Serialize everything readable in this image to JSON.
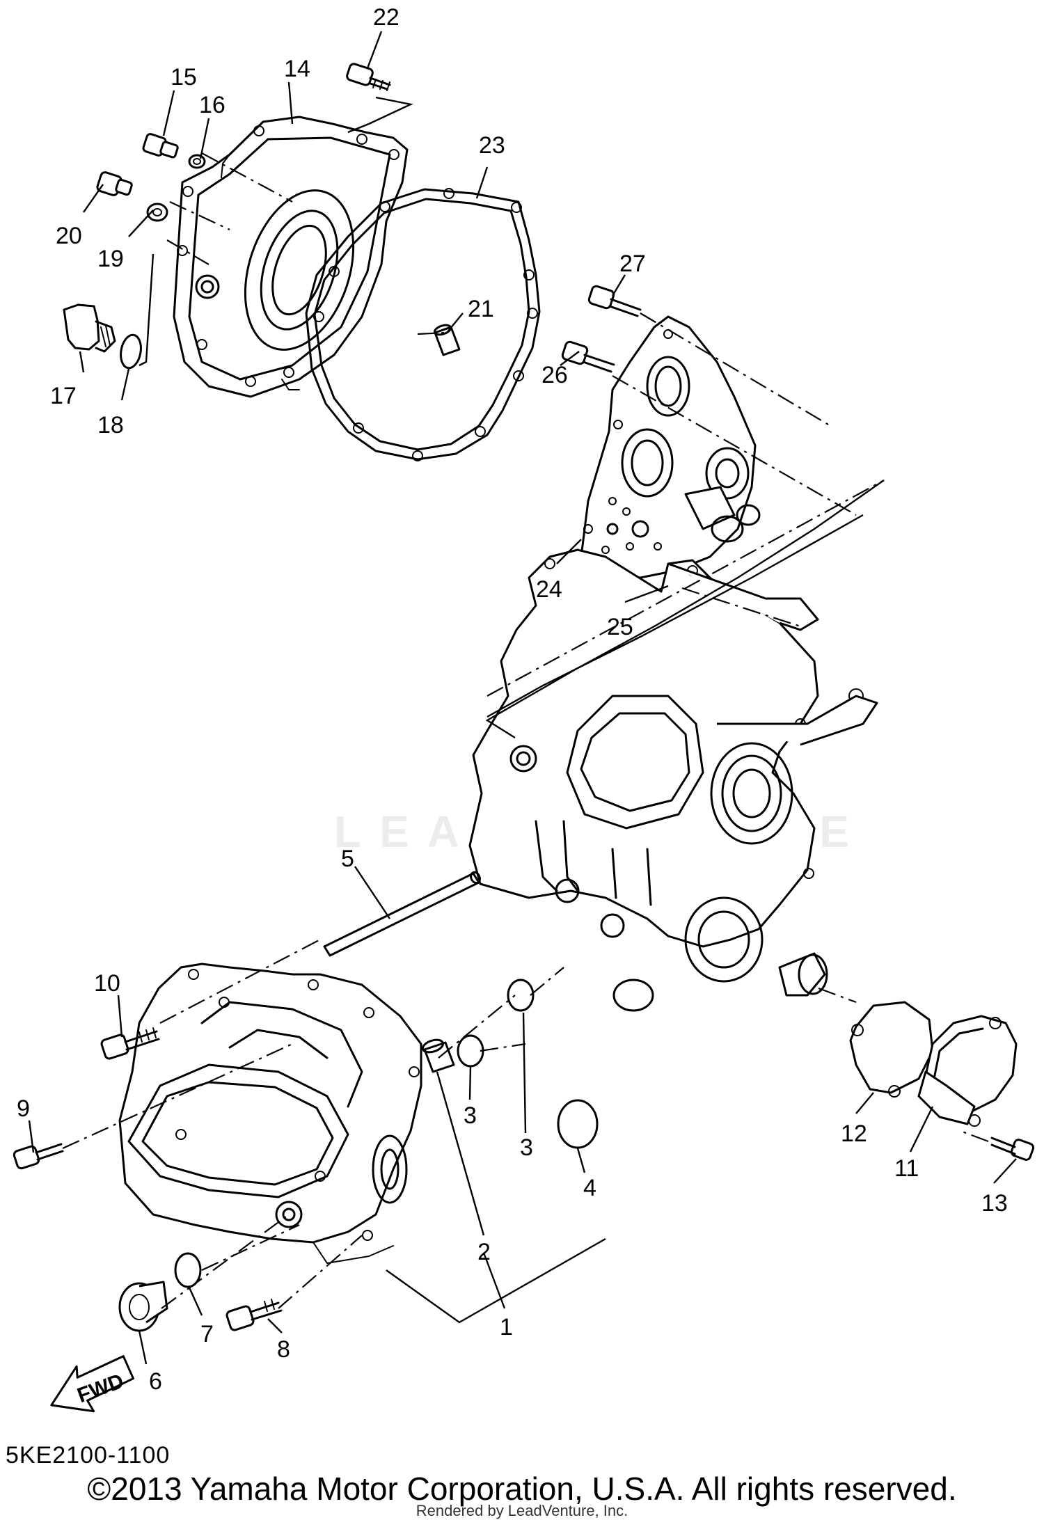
{
  "diagram_id": "5KE2100-1100",
  "copyright": "©2013 Yamaha Motor Corporation, U.S.A. All rights reserved.",
  "rendered_by": "Rendered by LeadVenture, Inc.",
  "watermark": "LEADVENTURE",
  "fwd_label": "FWD",
  "callouts": [
    "22",
    "14",
    "15",
    "16",
    "23",
    "20",
    "19",
    "21",
    "27",
    "17",
    "18",
    "26",
    "24",
    "25",
    "5",
    "10",
    "9",
    "3",
    "3",
    "4",
    "12",
    "11",
    "13",
    "2",
    "6",
    "7",
    "8",
    "1"
  ]
}
